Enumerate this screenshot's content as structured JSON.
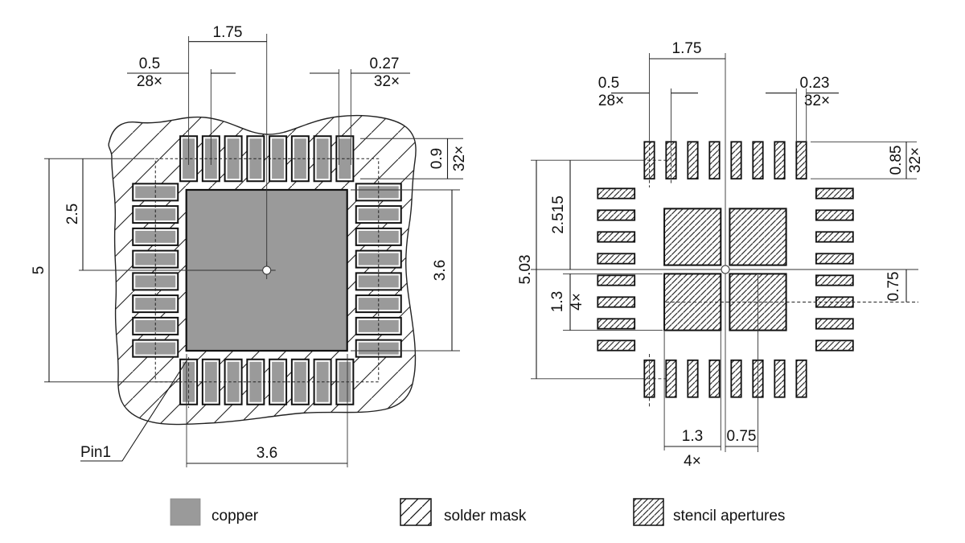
{
  "left_view": {
    "pin1_label": "Pin1",
    "dims": {
      "pitch_span": "1.75",
      "pitch": "0.5",
      "pitch_count": "28×",
      "pad_width": "0.27",
      "pad_width_count": "32×",
      "pad_length": "0.9",
      "pad_length_count": "32×",
      "half_height": "2.5",
      "full_height": "5",
      "thermal_height": "3.6",
      "thermal_width": "3.6"
    }
  },
  "right_view": {
    "dims": {
      "pitch_span": "1.75",
      "pitch": "0.5",
      "pitch_count": "28×",
      "aperture_width": "0.23",
      "aperture_width_count": "32×",
      "aperture_length": "0.85",
      "aperture_length_count": "32×",
      "half_height": "2.515",
      "full_height": "5.03",
      "square_size_left": "1.3",
      "square_count_left": "4×",
      "square_offset_right": "0.75",
      "square_size_bottom": "1.3",
      "square_count_bottom": "4×",
      "square_offset_bottom": "0.75"
    }
  },
  "legend": {
    "copper": "copper",
    "solder_mask": "solder mask",
    "stencil_apertures": "stencil apertures"
  },
  "colors": {
    "copper_fill": "#9a9a9a",
    "line": "#1a1a1a",
    "background": "#ffffff"
  }
}
